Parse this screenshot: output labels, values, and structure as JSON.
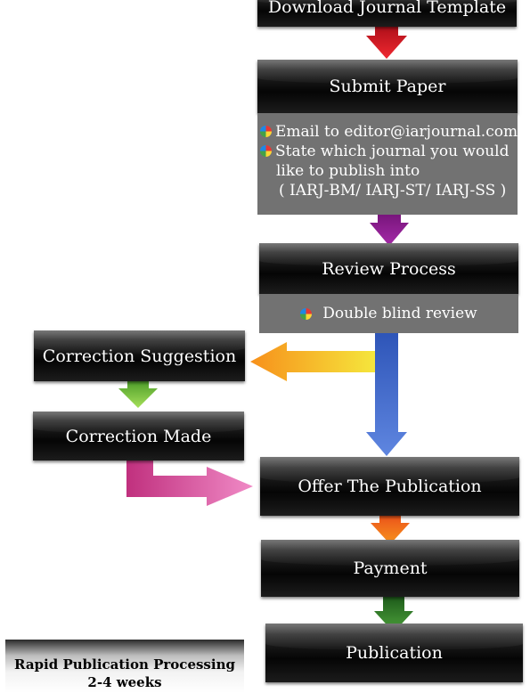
{
  "steps": {
    "download": "Download Journal Template",
    "submit": "Submit Paper",
    "review": "Review Process",
    "correction_suggestion": "Correction Suggestion",
    "correction_made": "Correction Made",
    "offer": "Offer The Publication",
    "payment": "Payment",
    "publication": "Publication"
  },
  "submit_details": {
    "email": "Email to editor@iarjournal.com",
    "journal_line1": "State which journal you would",
    "journal_line2": "like to publish into",
    "journal_line3": "( IARJ-BM/ IARJ-ST/ IARJ-SS )"
  },
  "review_details": {
    "method": "Double blind review"
  },
  "rapid": {
    "line1": "Rapid Publication Processing",
    "line2": "2-4 weeks"
  },
  "colors": {
    "arrow_red": "#e0202a",
    "arrow_purple": "#8a1a8c",
    "arrow_blue": "#3a63c4",
    "arrow_orange": "#f7a21b",
    "arrow_green": "#79c43a",
    "arrow_pink": "#d9449e",
    "arrow_orange_red": "#f05a22",
    "arrow_dark_green": "#2f7d2a"
  }
}
